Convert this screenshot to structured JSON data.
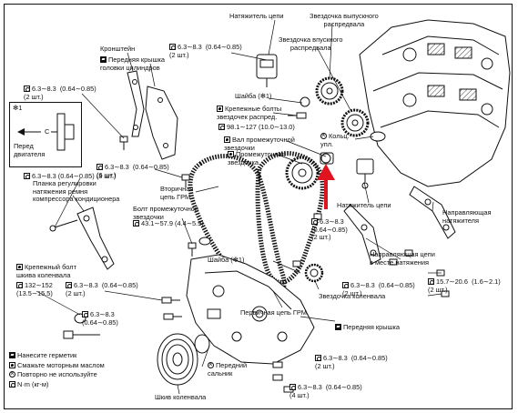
{
  "labels": {
    "exhaust_sprocket": "Звездочка выпускного\nраспредвала",
    "chain_tensioner_top": "Натяжитель цепи",
    "intake_sprocket": "Звездочка впускного\nраспредвала",
    "t_tensioner_top": "6.3∼8.3  (0.64∼0.85)\n(2 шт.)",
    "bracket": "Кронштейн",
    "front_head_cover": "Передняя крышка\nголовки цилиндров",
    "t_head_cover": "6.3∼8.3  (0.64∼0.85)\n(2 шт.)",
    "washer_top": "Шайба (✻1)",
    "cam_sprocket_bolts": "Крепежные болты\nзвездочек распред.",
    "t_cam_bolts": "98.1∼127  (10.0∼13.0)",
    "o_ring": "Кольц.\nупл.",
    "idler_shaft": "Вал промежуточной\nзвездочки",
    "idler_sprocket": "Промежуточная\nзвездочка",
    "t_mid_left": "6.3∼8.3  (0.64∼0.85)\n(6 шт.)",
    "t_ac_bracket": "6.3∼8.3  (0.64∼0.85) (3 шт.)",
    "ac_bracket": "Планка регулировки\nнатяжения ремня\nкомпрессора кондиционера",
    "secondary_chain": "Вторичная\nцепь ГРМ",
    "idler_bolt": "Болт промежуточной\nзвездочки",
    "t_idler_bolt": "43.1∼57.9  (4.4∼5.9)",
    "chain_tensioner_right": "Натяжитель цепи",
    "t_tensioner_right": "6.3∼8.3\n(0.64∼0.85)\n(2 шт.)",
    "guide_right": "Направляющая\nнатяжителя",
    "washer_bottom": "Шайба (✻1)",
    "crank_pulley_bolt": "Крепежный болт\nшкива коленвала",
    "t_crank_bolt": "132∼152\n(13.5∼15.5)",
    "t_crank_bolt2": "6.3∼8.3  (0.64∼0.85)\n(2 шт.)",
    "tension_guide": "Направляющая цепи\nв месте натяжения",
    "t_tension_guide": "6.3∼8.3  (0.64∼0.85)\n(2 шт.)",
    "t_guide_right": "15.7∼20.6  (1.6∼2.1)\n(2 шт.)",
    "t_bottom_left": "6.3∼8.3\n(0.64∼0.85)",
    "crank_sprocket": "Звездочка коленвала",
    "primary_chain": "Первичная цепь ГРМ",
    "front_cover": "Передняя крышка",
    "t_front_cover1": "6.3∼8.3  (0.64∼0.85)\n(2 шт.)",
    "front_seal": "Передний\nсальник",
    "t_front_cover2": "6.3∼8.3  (0.64∼0.85)\n(4 шт.)",
    "crank_pulley": "Шкив коленвала"
  },
  "inset": {
    "note": "✻1",
    "letter": "C",
    "direction": "Перед\nдвигателя"
  },
  "legend": [
    {
      "icon": "sealant-icon",
      "text": "Нанесите герметик"
    },
    {
      "icon": "oil-icon",
      "text": "Смажьте моторным маслом"
    },
    {
      "icon": "no-reuse-icon",
      "text": "Повторно не используйте"
    },
    {
      "icon": "torque-icon",
      "text": "N·m (кг-м)"
    }
  ],
  "colors": {
    "ink": "#111111",
    "arrow": "#e0141e",
    "paper": "#ffffff"
  }
}
